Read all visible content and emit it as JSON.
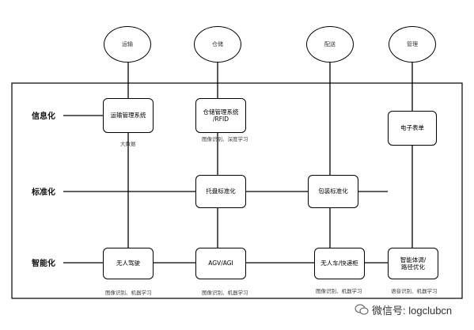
{
  "categories": [
    {
      "label": "运输"
    },
    {
      "label": "仓储"
    },
    {
      "label": "配送"
    },
    {
      "label": "管理"
    }
  ],
  "rows": [
    {
      "label": "信息化"
    },
    {
      "label": "标准化"
    },
    {
      "label": "智能化"
    }
  ],
  "boxes": {
    "transport_mgmt": {
      "lines": [
        "运输管理系统"
      ]
    },
    "warehouse_mgmt": {
      "lines": [
        "仓储管理系统",
        "/RFID"
      ]
    },
    "e_form": {
      "lines": [
        "电子表单"
      ]
    },
    "pallet_std": {
      "lines": [
        "托盘标准化"
      ]
    },
    "package_std": {
      "lines": [
        "包装标准化"
      ]
    },
    "driverless": {
      "lines": [
        "无人驾驶"
      ]
    },
    "agv": {
      "lines": [
        "AGV/AGI"
      ]
    },
    "drone": {
      "lines": [
        "无人车/快递柜"
      ]
    },
    "smart_dispatch": {
      "lines": [
        "智能体调/",
        "路径优化"
      ]
    }
  },
  "captions": {
    "transport_mgmt": "大数据",
    "warehouse_mgmt": "图像识别、深度学习",
    "driverless": "图像识别、机器学习",
    "agv": "图像识别、机器学习",
    "drone": "图像识别、机器学习",
    "smart_dispatch": "语音识别、机器学习"
  },
  "watermark": {
    "text": "微信号: logclubcn"
  }
}
